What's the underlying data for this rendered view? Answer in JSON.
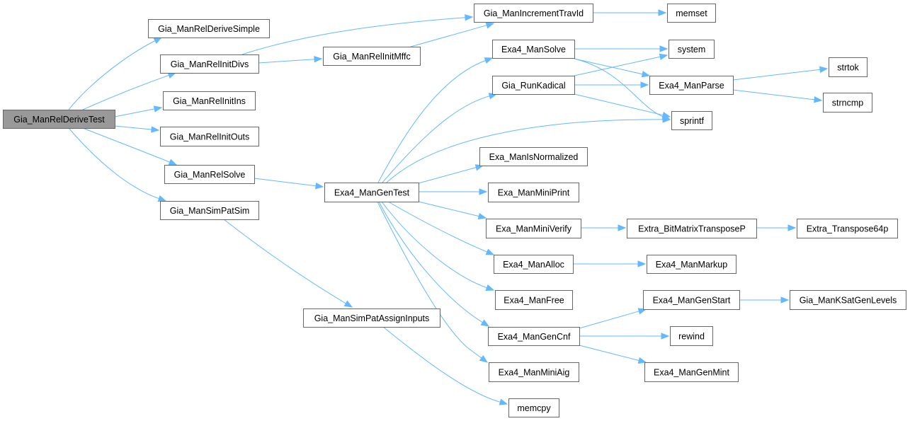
{
  "title": "Call graph of Gia_ManRelDeriveTest",
  "colors": {
    "edge": "#63b8ff",
    "node_border": "#666666",
    "root_fill": "#999999",
    "node_fill": "#ffffff"
  },
  "root": "Gia_ManRelDeriveTest",
  "nodes": [
    {
      "id": "Gia_ManRelDeriveTest",
      "label": "Gia_ManRelDeriveTest",
      "root": true
    },
    {
      "id": "Gia_ManRelDeriveSimple",
      "label": "Gia_ManRelDeriveSimple"
    },
    {
      "id": "Gia_ManRelInitDivs",
      "label": "Gia_ManRelInitDivs"
    },
    {
      "id": "Gia_ManRelInitIns",
      "label": "Gia_ManRelInitIns"
    },
    {
      "id": "Gia_ManRelInitOuts",
      "label": "Gia_ManRelInitOuts"
    },
    {
      "id": "Gia_ManRelSolve",
      "label": "Gia_ManRelSolve"
    },
    {
      "id": "Gia_ManSimPatSim",
      "label": "Gia_ManSimPatSim"
    },
    {
      "id": "Gia_ManRelInitMffc",
      "label": "Gia_ManRelInitMffc"
    },
    {
      "id": "Gia_ManIncrementTravId",
      "label": "Gia_ManIncrementTravId"
    },
    {
      "id": "memset",
      "label": "memset"
    },
    {
      "id": "Exa4_ManGenTest",
      "label": "Exa4_ManGenTest"
    },
    {
      "id": "Gia_ManSimPatAssignInputs",
      "label": "Gia_ManSimPatAssignInputs"
    },
    {
      "id": "Exa4_ManSolve",
      "label": "Exa4_ManSolve"
    },
    {
      "id": "Gia_RunKadical",
      "label": "Gia_RunKadical"
    },
    {
      "id": "system",
      "label": "system"
    },
    {
      "id": "Exa4_ManParse",
      "label": "Exa4_ManParse"
    },
    {
      "id": "sprintf",
      "label": "sprintf"
    },
    {
      "id": "strtok",
      "label": "strtok"
    },
    {
      "id": "strncmp",
      "label": "strncmp"
    },
    {
      "id": "Exa_ManIsNormalized",
      "label": "Exa_ManIsNormalized"
    },
    {
      "id": "Exa_ManMiniPrint",
      "label": "Exa_ManMiniPrint"
    },
    {
      "id": "Exa_ManMiniVerify",
      "label": "Exa_ManMiniVerify"
    },
    {
      "id": "Extra_BitMatrixTransposeP",
      "label": "Extra_BitMatrixTransposeP"
    },
    {
      "id": "Extra_Transpose64p",
      "label": "Extra_Transpose64p"
    },
    {
      "id": "Exa4_ManAlloc",
      "label": "Exa4_ManAlloc"
    },
    {
      "id": "Exa4_ManMarkup",
      "label": "Exa4_ManMarkup"
    },
    {
      "id": "Exa4_ManFree",
      "label": "Exa4_ManFree"
    },
    {
      "id": "Exa4_ManGenCnf",
      "label": "Exa4_ManGenCnf"
    },
    {
      "id": "Exa4_ManGenStart",
      "label": "Exa4_ManGenStart"
    },
    {
      "id": "Gia_ManKSatGenLevels",
      "label": "Gia_ManKSatGenLevels"
    },
    {
      "id": "rewind",
      "label": "rewind"
    },
    {
      "id": "Exa4_ManGenMint",
      "label": "Exa4_ManGenMint"
    },
    {
      "id": "Exa4_ManMiniAig",
      "label": "Exa4_ManMiniAig"
    },
    {
      "id": "memcpy",
      "label": "memcpy"
    }
  ],
  "edges": [
    [
      "Gia_ManRelDeriveTest",
      "Gia_ManRelDeriveSimple"
    ],
    [
      "Gia_ManRelDeriveTest",
      "Gia_ManRelInitDivs"
    ],
    [
      "Gia_ManRelDeriveTest",
      "Gia_ManRelInitIns"
    ],
    [
      "Gia_ManRelDeriveTest",
      "Gia_ManRelInitOuts"
    ],
    [
      "Gia_ManRelDeriveTest",
      "Gia_ManRelSolve"
    ],
    [
      "Gia_ManRelDeriveTest",
      "Gia_ManSimPatSim"
    ],
    [
      "Gia_ManRelInitDivs",
      "Gia_ManIncrementTravId"
    ],
    [
      "Gia_ManRelInitDivs",
      "Gia_ManRelInitMffc"
    ],
    [
      "Gia_ManRelInitMffc",
      "Gia_ManIncrementTravId"
    ],
    [
      "Gia_ManIncrementTravId",
      "memset"
    ],
    [
      "Gia_ManRelSolve",
      "Exa4_ManGenTest"
    ],
    [
      "Gia_ManSimPatSim",
      "Gia_ManSimPatAssignInputs"
    ],
    [
      "Gia_ManSimPatAssignInputs",
      "memcpy"
    ],
    [
      "Exa4_ManGenTest",
      "Exa4_ManSolve"
    ],
    [
      "Exa4_ManGenTest",
      "Gia_RunKadical"
    ],
    [
      "Exa4_ManGenTest",
      "sprintf"
    ],
    [
      "Exa4_ManGenTest",
      "Exa_ManIsNormalized"
    ],
    [
      "Exa4_ManGenTest",
      "Exa_ManMiniPrint"
    ],
    [
      "Exa4_ManGenTest",
      "Exa_ManMiniVerify"
    ],
    [
      "Exa4_ManGenTest",
      "Exa4_ManAlloc"
    ],
    [
      "Exa4_ManGenTest",
      "Exa4_ManFree"
    ],
    [
      "Exa4_ManGenTest",
      "Exa4_ManGenCnf"
    ],
    [
      "Exa4_ManGenTest",
      "Exa4_ManMiniAig"
    ],
    [
      "Exa4_ManSolve",
      "system"
    ],
    [
      "Exa4_ManSolve",
      "Exa4_ManParse"
    ],
    [
      "Exa4_ManSolve",
      "sprintf"
    ],
    [
      "Gia_RunKadical",
      "system"
    ],
    [
      "Gia_RunKadical",
      "Exa4_ManParse"
    ],
    [
      "Gia_RunKadical",
      "sprintf"
    ],
    [
      "Exa4_ManParse",
      "strtok"
    ],
    [
      "Exa4_ManParse",
      "strncmp"
    ],
    [
      "Exa_ManMiniVerify",
      "Extra_BitMatrixTransposeP"
    ],
    [
      "Extra_BitMatrixTransposeP",
      "Extra_Transpose64p"
    ],
    [
      "Exa4_ManAlloc",
      "Exa4_ManMarkup"
    ],
    [
      "Exa4_ManGenCnf",
      "Exa4_ManGenStart"
    ],
    [
      "Exa4_ManGenCnf",
      "rewind"
    ],
    [
      "Exa4_ManGenCnf",
      "Exa4_ManGenMint"
    ],
    [
      "Exa4_ManGenStart",
      "Gia_ManKSatGenLevels"
    ]
  ]
}
